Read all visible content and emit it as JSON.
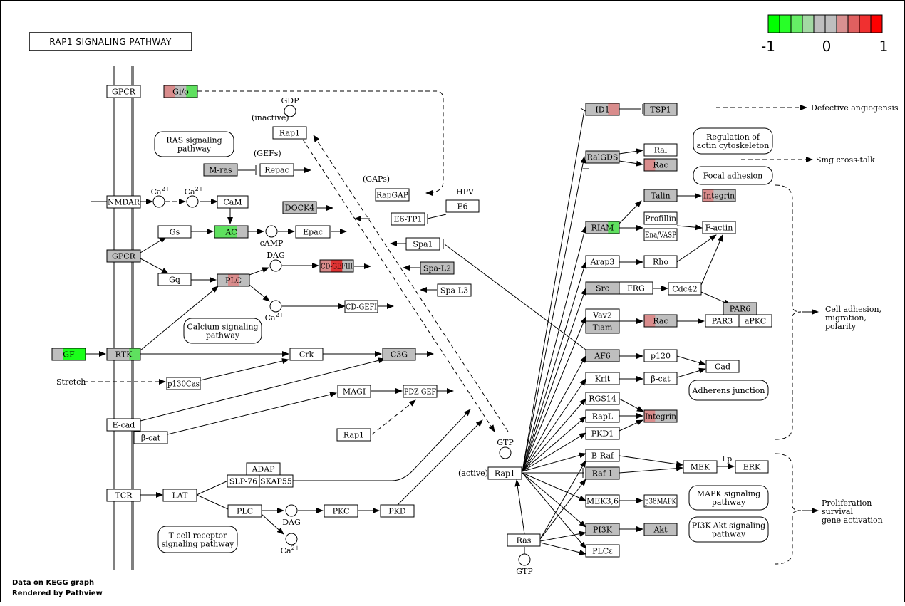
{
  "title": "RAP1  SIGNALING  PATHWAY",
  "footer": {
    "line1": "Data on KEGG graph",
    "line2": "Rendered by  Pathview"
  },
  "scale": {
    "labels": [
      "-1",
      "0",
      "1"
    ],
    "colors": [
      "#00ff00",
      "#28ff28",
      "#66ee66",
      "#a3d9a3",
      "#bebebe",
      "#bebebe",
      "#d89090",
      "#e06060",
      "#f03030",
      "#ff0000"
    ]
  },
  "colors": {
    "gray": "#bebebe",
    "white": "#ffffff",
    "green": "#5fe05f",
    "brightgreen": "#1aff1a",
    "pink": "#d98c8c",
    "red": "#e03333"
  },
  "genes": [
    {
      "id": "g-gpcr1",
      "label": "GPCR"
    },
    {
      "id": "g-gio",
      "label": "Gi/o"
    },
    {
      "id": "g-rap1-top",
      "label": "Rap1"
    },
    {
      "id": "g-mras",
      "label": "M-ras"
    },
    {
      "id": "g-repac",
      "label": "Repac"
    },
    {
      "id": "g-rapgap",
      "label": "RapGAP"
    },
    {
      "id": "g-e6",
      "label": "E6"
    },
    {
      "id": "g-e6tp1",
      "label": "E6-TP1"
    },
    {
      "id": "g-nmdar",
      "label": "NMDAR"
    },
    {
      "id": "g-cam",
      "label": "CaM"
    },
    {
      "id": "g-dock4",
      "label": "DOCK4"
    },
    {
      "id": "g-gs",
      "label": "Gs"
    },
    {
      "id": "g-ac",
      "label": "AC"
    },
    {
      "id": "g-epac",
      "label": "Epac"
    },
    {
      "id": "g-spa1",
      "label": "Spa1"
    },
    {
      "id": "g-gpcr2",
      "label": "GPCR"
    },
    {
      "id": "g-gq",
      "label": "Gq"
    },
    {
      "id": "g-plc1",
      "label": "PLC"
    },
    {
      "id": "g-cdgefiii",
      "label": "CD-GEFIII"
    },
    {
      "id": "g-spal2",
      "label": "Spa-L2"
    },
    {
      "id": "g-spal3",
      "label": "Spa-L3"
    },
    {
      "id": "g-cdgefi",
      "label": "CD-GEFI"
    },
    {
      "id": "g-gf",
      "label": "GF"
    },
    {
      "id": "g-rtk",
      "label": "RTK"
    },
    {
      "id": "g-crk",
      "label": "Crk"
    },
    {
      "id": "g-c3g",
      "label": "C3G"
    },
    {
      "id": "g-p130cas",
      "label": "p130Cas"
    },
    {
      "id": "g-magi",
      "label": "MAGI"
    },
    {
      "id": "g-pdzgef",
      "label": "PDZ-GEF"
    },
    {
      "id": "g-ecad",
      "label": "E-cad"
    },
    {
      "id": "g-bcat1",
      "label": "β-cat"
    },
    {
      "id": "g-rap1-mid",
      "label": "Rap1"
    },
    {
      "id": "g-adap",
      "label": "ADAP"
    },
    {
      "id": "g-slp76",
      "label": "SLP-76"
    },
    {
      "id": "g-skap55",
      "label": "SKAP55"
    },
    {
      "id": "g-tcr",
      "label": "TCR"
    },
    {
      "id": "g-lat",
      "label": "LAT"
    },
    {
      "id": "g-plc2",
      "label": "PLC"
    },
    {
      "id": "g-pkc",
      "label": "PKC"
    },
    {
      "id": "g-pkd",
      "label": "PKD"
    },
    {
      "id": "g-rap1-act",
      "label": "Rap1"
    },
    {
      "id": "g-ras",
      "label": "Ras"
    },
    {
      "id": "g-id1",
      "label": "ID1"
    },
    {
      "id": "g-tsp1",
      "label": "TSP1"
    },
    {
      "id": "g-ralgds",
      "label": "RalGDS"
    },
    {
      "id": "g-ral",
      "label": "Ral"
    },
    {
      "id": "g-rac1",
      "label": "Rac"
    },
    {
      "id": "g-talin",
      "label": "Talin"
    },
    {
      "id": "g-integrin1",
      "label": "Integrin"
    },
    {
      "id": "g-riam",
      "label": "RIAM"
    },
    {
      "id": "g-profillin",
      "label": "Profillin"
    },
    {
      "id": "g-enavasp",
      "label": "Ena/VASP"
    },
    {
      "id": "g-factin",
      "label": "F-actin"
    },
    {
      "id": "g-arap3",
      "label": "Arap3"
    },
    {
      "id": "g-rho",
      "label": "Rho"
    },
    {
      "id": "g-src",
      "label": "Src"
    },
    {
      "id": "g-frg",
      "label": "FRG"
    },
    {
      "id": "g-cdc42",
      "label": "Cdc42"
    },
    {
      "id": "g-vav2",
      "label": "Vav2"
    },
    {
      "id": "g-tiam",
      "label": "Tiam"
    },
    {
      "id": "g-rac2",
      "label": "Rac"
    },
    {
      "id": "g-par6",
      "label": "PAR6"
    },
    {
      "id": "g-par3",
      "label": "PAR3"
    },
    {
      "id": "g-apkc",
      "label": "aPKC"
    },
    {
      "id": "g-af6",
      "label": "AF6"
    },
    {
      "id": "g-p120",
      "label": "p120"
    },
    {
      "id": "g-cad",
      "label": "Cad"
    },
    {
      "id": "g-krit",
      "label": "Krit"
    },
    {
      "id": "g-bcat2",
      "label": "β-cat"
    },
    {
      "id": "g-rgs14",
      "label": "RGS14"
    },
    {
      "id": "g-rapl",
      "label": "RapL"
    },
    {
      "id": "g-integrin2",
      "label": "Integrin"
    },
    {
      "id": "g-pkd1",
      "label": "PKD1"
    },
    {
      "id": "g-braf",
      "label": "B-Raf"
    },
    {
      "id": "g-raf1",
      "label": "Raf-1"
    },
    {
      "id": "g-mek",
      "label": "MEK"
    },
    {
      "id": "g-erk",
      "label": "ERK"
    },
    {
      "id": "g-mek36",
      "label": "MEK3,6"
    },
    {
      "id": "g-p38",
      "label": "p38MAPK"
    },
    {
      "id": "g-pi3k",
      "label": "PI3K"
    },
    {
      "id": "g-akt",
      "label": "Akt"
    },
    {
      "id": "g-plce",
      "label": "PLCε"
    }
  ],
  "maps": [
    {
      "id": "m-ras",
      "label": "RAS signaling|pathway"
    },
    {
      "id": "m-calcium",
      "label": "Calcium signaling|pathway"
    },
    {
      "id": "m-tcell",
      "label": "T cell receptor|signaling pathway"
    },
    {
      "id": "m-regact",
      "label": "Regulation of|actin cytoskeleton"
    },
    {
      "id": "m-focal",
      "label": "Focal adhesion"
    },
    {
      "id": "m-adherens",
      "label": "Adherens junction"
    },
    {
      "id": "m-mapk",
      "label": "MAPK signaling|pathway"
    },
    {
      "id": "m-pi3k",
      "label": "PI3K-Akt signaling|pathway"
    }
  ],
  "compounds": [
    {
      "id": "c-gdp",
      "label": "GDP"
    },
    {
      "id": "c-ca1",
      "label": "Ca"
    },
    {
      "id": "c-ca2",
      "label": "Ca"
    },
    {
      "id": "c-camp",
      "label": "cAMP"
    },
    {
      "id": "c-dag1",
      "label": "DAG"
    },
    {
      "id": "c-ca3",
      "label": "Ca"
    },
    {
      "id": "c-dag2",
      "label": "DAG"
    },
    {
      "id": "c-ca4",
      "label": "Ca"
    },
    {
      "id": "c-gtp1",
      "label": "GTP"
    },
    {
      "id": "c-gtp2",
      "label": "GTP"
    }
  ],
  "texts": [
    {
      "id": "t-inactive",
      "label": "(inactive)"
    },
    {
      "id": "t-gefs",
      "label": "(GEFs)"
    },
    {
      "id": "t-gaps",
      "label": "(GAPs)"
    },
    {
      "id": "t-hpv",
      "label": "HPV"
    },
    {
      "id": "t-stretch",
      "label": "Stretch"
    },
    {
      "id": "t-active",
      "label": "(active)"
    },
    {
      "id": "t-defective",
      "label": "Defective angiogensis"
    },
    {
      "id": "t-smg",
      "label": "Smg cross-talk"
    },
    {
      "id": "t-celladh",
      "label": "Cell adhesion,|migration,|polarity"
    },
    {
      "id": "t-prolif",
      "label": "Proliferation|survival|gene activation"
    },
    {
      "id": "t-plusp",
      "label": "+p"
    },
    {
      "id": "t-sup",
      "label": "2+"
    }
  ]
}
